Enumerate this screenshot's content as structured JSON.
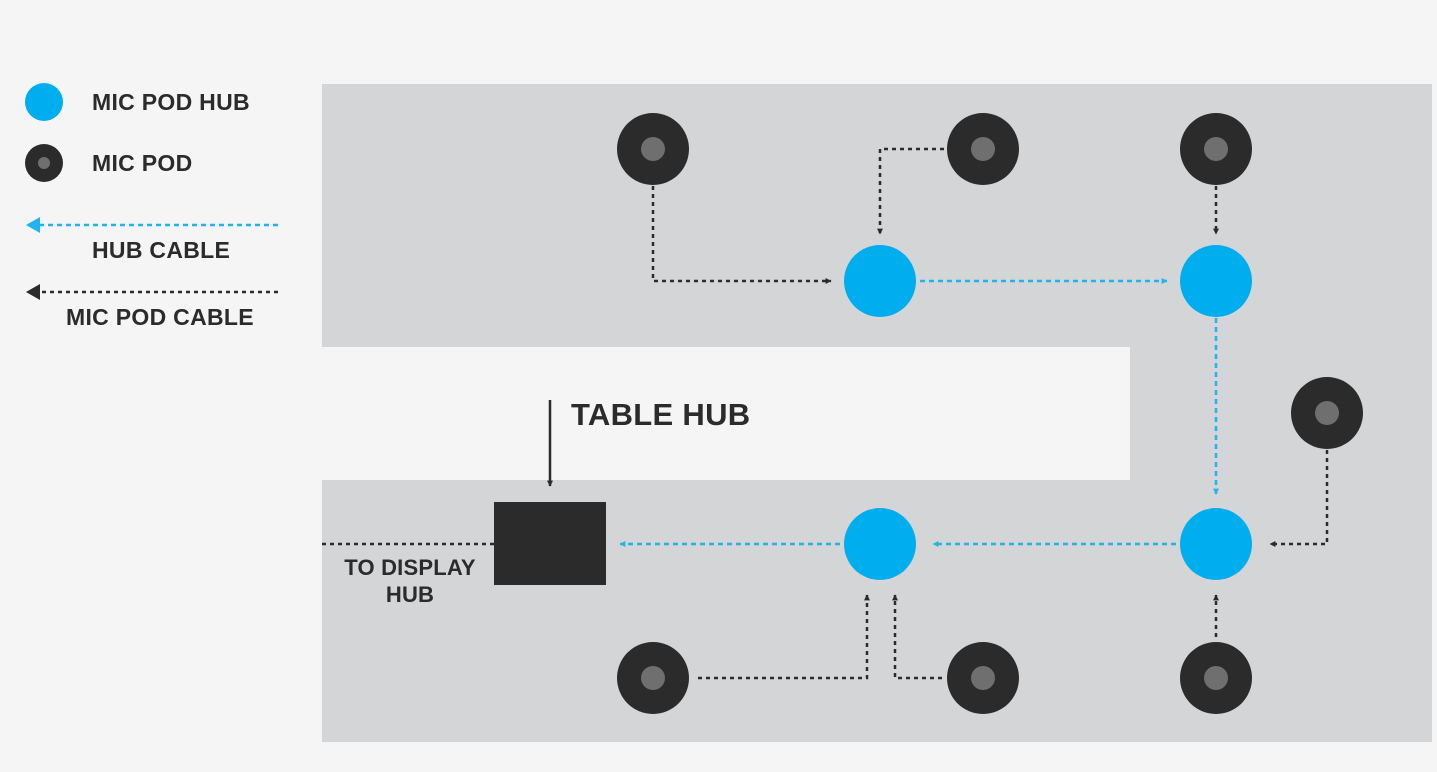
{
  "legend": {
    "mic_pod_hub": "MIC POD HUB",
    "mic_pod": "MIC POD",
    "hub_cable": "HUB CABLE",
    "mic_pod_cable": "MIC POD CABLE"
  },
  "labels": {
    "table_hub": "TABLE HUB",
    "to_display_line1": "TO DISPLAY",
    "to_display_line2": "HUB"
  },
  "colors": {
    "background": "#f5f5f5",
    "table": "#d4d5d6",
    "hub": "#00aeef",
    "hub_cable": "#20b4ee",
    "pod": "#2b2b2b",
    "pod_center": "#6f6f6f",
    "table_hub": "#2b2b2b",
    "text": "#2b2b2b"
  }
}
